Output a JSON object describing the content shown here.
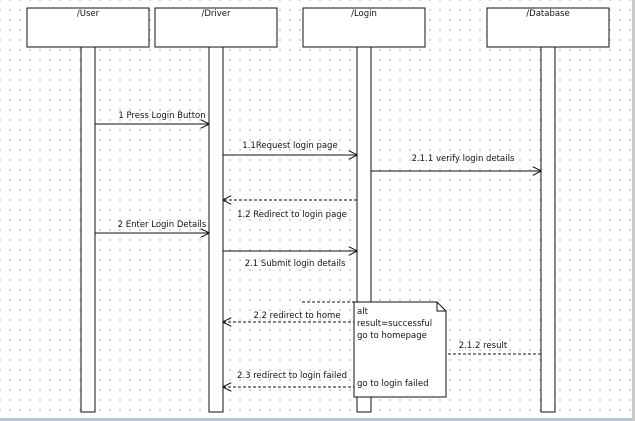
{
  "diagram": {
    "lifelines": [
      {
        "id": "user",
        "name": "/User"
      },
      {
        "id": "driver",
        "name": "/Driver"
      },
      {
        "id": "login",
        "name": "/Login"
      },
      {
        "id": "database",
        "name": "/Database"
      }
    ],
    "messages": [
      {
        "label": "1 Press Login Button",
        "from": "user",
        "to": "driver",
        "kind": "sync"
      },
      {
        "label": "1.1Request login page",
        "from": "driver",
        "to": "login",
        "kind": "sync"
      },
      {
        "label": "2.1.1 verify login details",
        "from": "login",
        "to": "database",
        "kind": "sync"
      },
      {
        "label": "1.2 Redirect to login page",
        "from": "login",
        "to": "driver",
        "kind": "return"
      },
      {
        "label": "2 Enter Login Details",
        "from": "user",
        "to": "driver",
        "kind": "sync"
      },
      {
        "label": "2.1 Submit login details",
        "from": "driver",
        "to": "login",
        "kind": "sync"
      },
      {
        "label": "2.2 redirect to home",
        "from": "login",
        "to": "driver",
        "kind": "return"
      },
      {
        "label": "2.1.2 result",
        "from": "database",
        "to": "login",
        "kind": "return"
      },
      {
        "label": "2.3 redirect to login failed",
        "from": "login",
        "to": "driver",
        "kind": "return"
      }
    ],
    "note": {
      "lines": [
        "alt",
        "result=successful",
        "go to homepage",
        "go to login failed"
      ]
    }
  }
}
